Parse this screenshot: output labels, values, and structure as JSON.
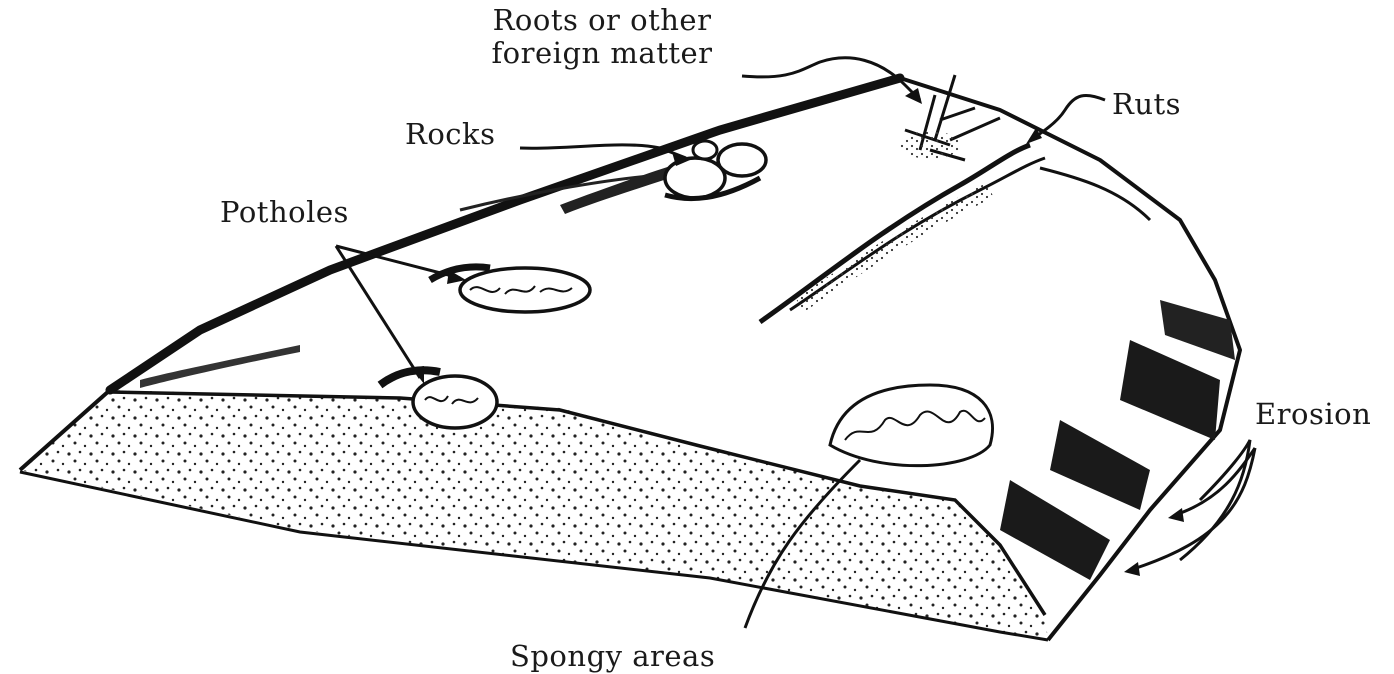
{
  "labels": {
    "roots_line1": "Roots or other",
    "roots_line2": "foreign matter",
    "rocks": "Rocks",
    "potholes": "Potholes",
    "ruts": "Ruts",
    "erosion": "Erosion",
    "spongy_areas": "Spongy areas"
  },
  "colors": {
    "ink": "#1a1a1a",
    "background": "#ffffff"
  }
}
